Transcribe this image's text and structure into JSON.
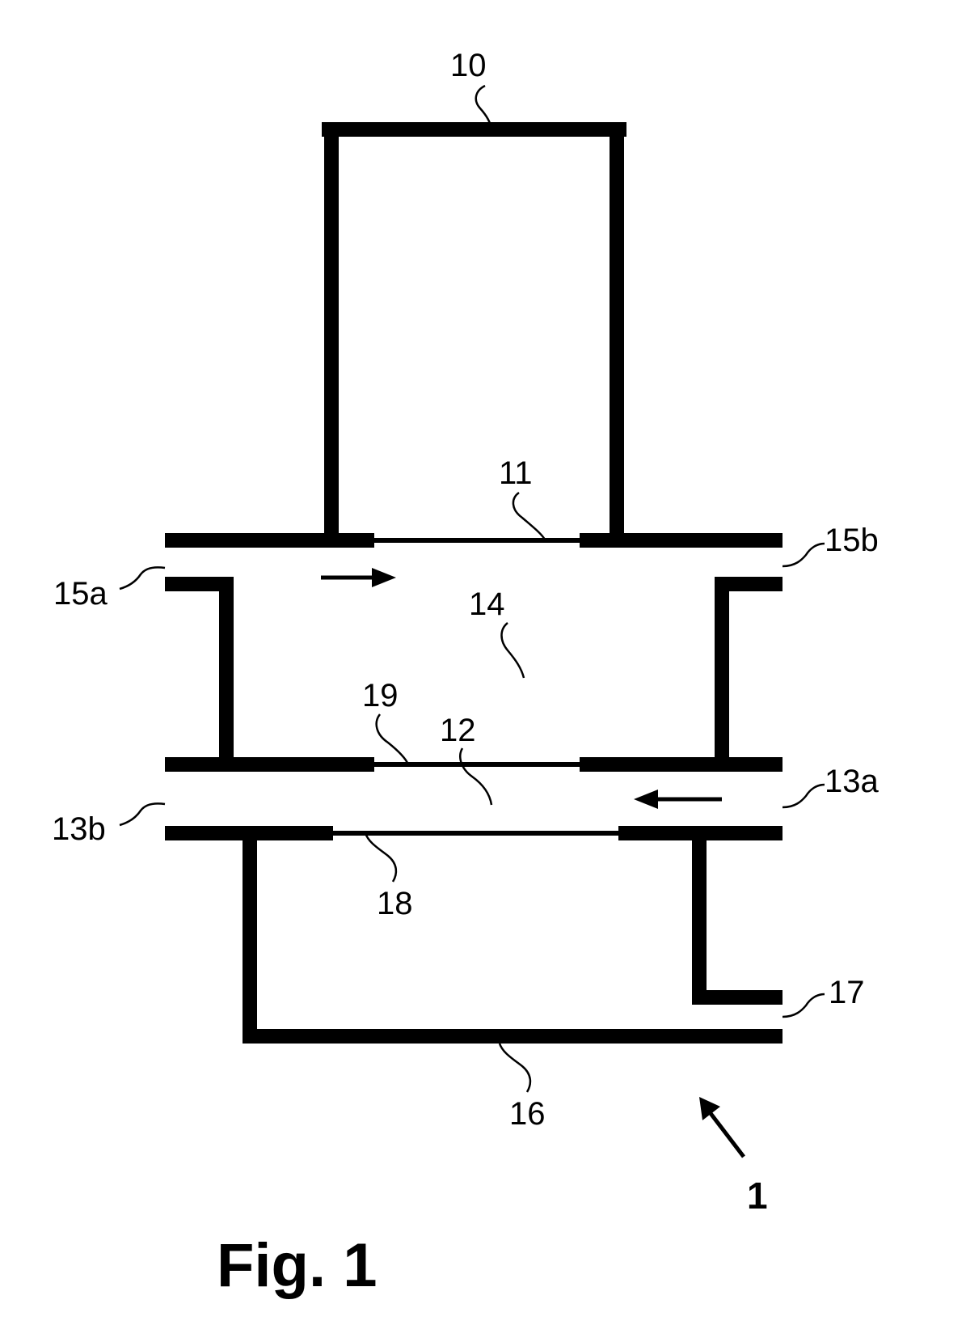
{
  "labels": {
    "ref_10": "10",
    "ref_11": "11",
    "ref_15a": "15a",
    "ref_15b": "15b",
    "ref_14": "14",
    "ref_19": "19",
    "ref_12": "12",
    "ref_13a": "13a",
    "ref_13b": "13b",
    "ref_18": "18",
    "ref_17": "17",
    "ref_16": "16",
    "ref_1": "1"
  },
  "caption": "Fig. 1",
  "colors": {
    "line": "#000000",
    "background": "#ffffff"
  }
}
